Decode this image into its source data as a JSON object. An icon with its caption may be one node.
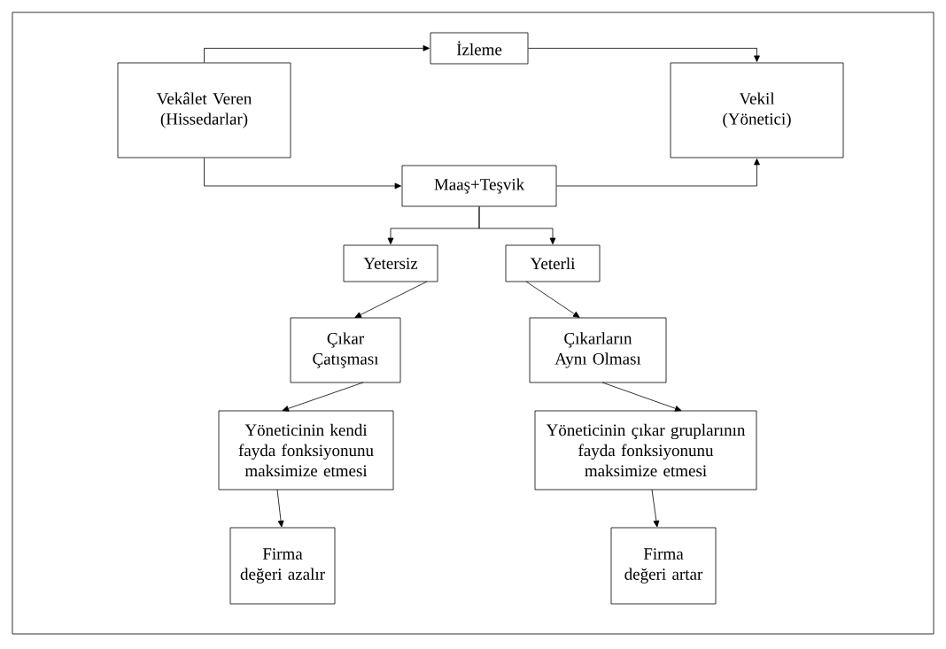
{
  "diagram": {
    "nodes": [
      {
        "text": [
          "Vekâlet Veren (Hissedarlar)"
        ]
      },
      {
        "text": [
          "İzleme"
        ]
      },
      {
        "text": [
          "Vekil (Yönetici)"
        ]
      },
      {
        "text": [
          "Maaş+Teşvik"
        ]
      },
      {
        "text": [
          "Yetersiz"
        ]
      },
      {
        "text": [
          "Yeterli"
        ]
      },
      {
        "text": [
          "Çıkar Çatışması"
        ]
      },
      {
        "text": [
          "Çıkarların Aynı Olması"
        ]
      },
      {
        "text": [
          "Yöneticinin kendi fayda fonksiyonunu maksimize etmesi"
        ]
      },
      {
        "text": [
          "Yöneticinin çıkar gruplarının fayda fonksiyonunu maksimize etmesi"
        ]
      },
      {
        "text": [
          "Firma değeri azalır"
        ]
      },
      {
        "text": [
          "Firma değeri artar"
        ]
      }
    ],
    "edges": [
      {
        "from": 0,
        "to": 1,
        "arrow": "to"
      },
      {
        "from": 1,
        "to": 2,
        "arrow": "to"
      },
      {
        "from": 0,
        "to": 3,
        "arrow": "to"
      },
      {
        "from": 3,
        "to": 2,
        "arrow": "to"
      },
      {
        "from": 3,
        "to": 4,
        "arrow": "to"
      },
      {
        "from": 3,
        "to": 5,
        "arrow": "to"
      },
      {
        "from": 4,
        "to": 6,
        "arrow": "to"
      },
      {
        "from": 5,
        "to": 7,
        "arrow": "to"
      },
      {
        "from": 6,
        "to": 8,
        "arrow": "to"
      },
      {
        "from": 7,
        "to": 9,
        "arrow": "to"
      },
      {
        "from": 8,
        "to": 10,
        "arrow": "to"
      },
      {
        "from": 9,
        "to": 11,
        "arrow": "to"
      }
    ]
  }
}
